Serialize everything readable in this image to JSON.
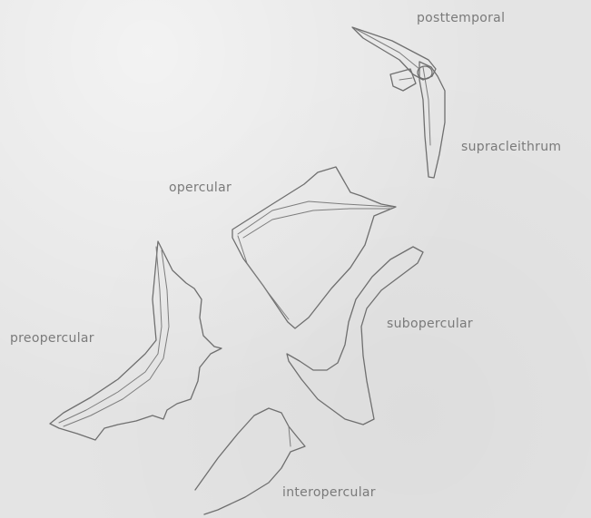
{
  "labels": {
    "posttemporal": "posttemporal",
    "supracleithrum": "supracleithrum",
    "opercular": "opercular",
    "preopercular": "preopercular",
    "subopercular": "subopercular",
    "interopercular": "interopercular"
  }
}
